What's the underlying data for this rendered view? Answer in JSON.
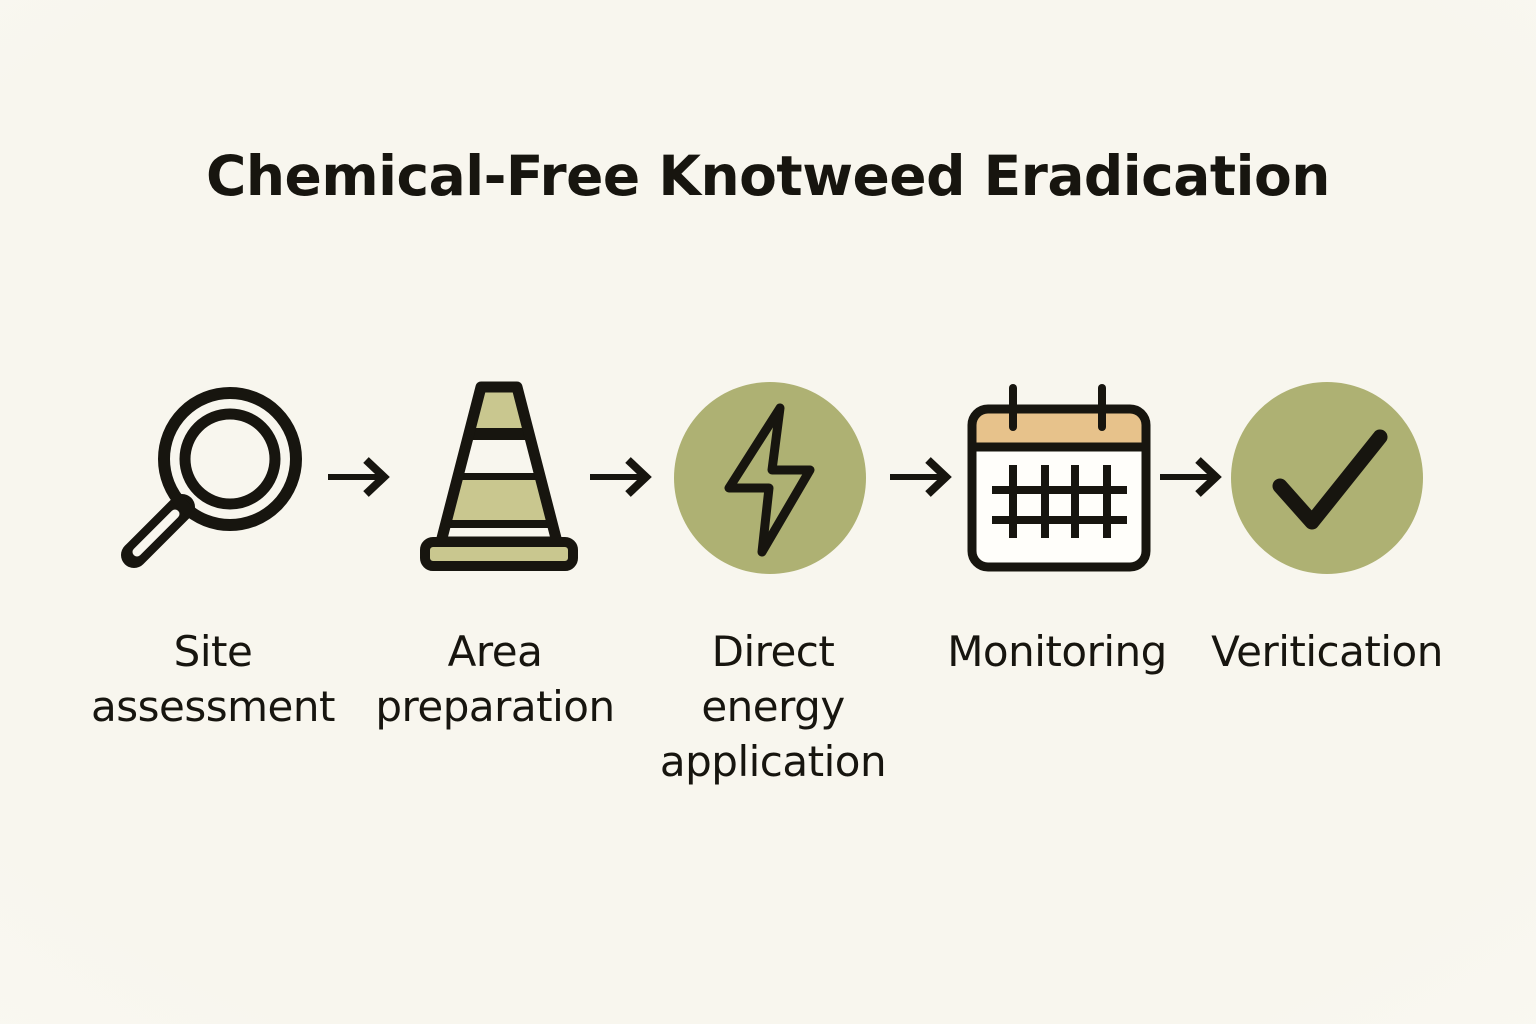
{
  "title": "Chemical-Free Knotweed Eradication",
  "steps": [
    {
      "label": "Site assessment",
      "icon": "magnifier-icon"
    },
    {
      "label": "Area preparation",
      "icon": "traffic-cone-icon"
    },
    {
      "label": "Direct energy application",
      "icon": "lightning-bolt-icon"
    },
    {
      "label": "Monitoring",
      "icon": "calendar-icon"
    },
    {
      "label": "Veritication",
      "icon": "check-mark-icon"
    }
  ],
  "colors": {
    "background": "#f8f6ee",
    "background_edge": "#fdfcf9",
    "ink": "#17150f",
    "olive": "#aeb173",
    "khaki": "#c9c78f",
    "tan": "#e7c28b",
    "panel": "#fffefa"
  }
}
